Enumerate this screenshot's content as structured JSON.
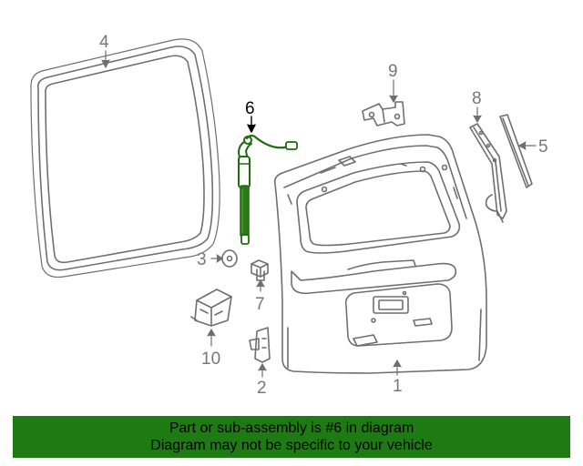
{
  "diagram": {
    "callouts": {
      "c1": "1",
      "c2": "2",
      "c3": "3",
      "c4": "4",
      "c5": "5",
      "c6": "6",
      "c7": "7",
      "c8": "8",
      "c9": "9",
      "c10": "10"
    },
    "highlighted_part": "6",
    "colors": {
      "line": "#6f6f6f",
      "highlight_part": "#1f6b0f",
      "banner": "#1e7a12"
    }
  },
  "banner": {
    "line1": "Part or sub-assembly is #6 in diagram",
    "line2": "Diagram may not be specific to your vehicle"
  }
}
